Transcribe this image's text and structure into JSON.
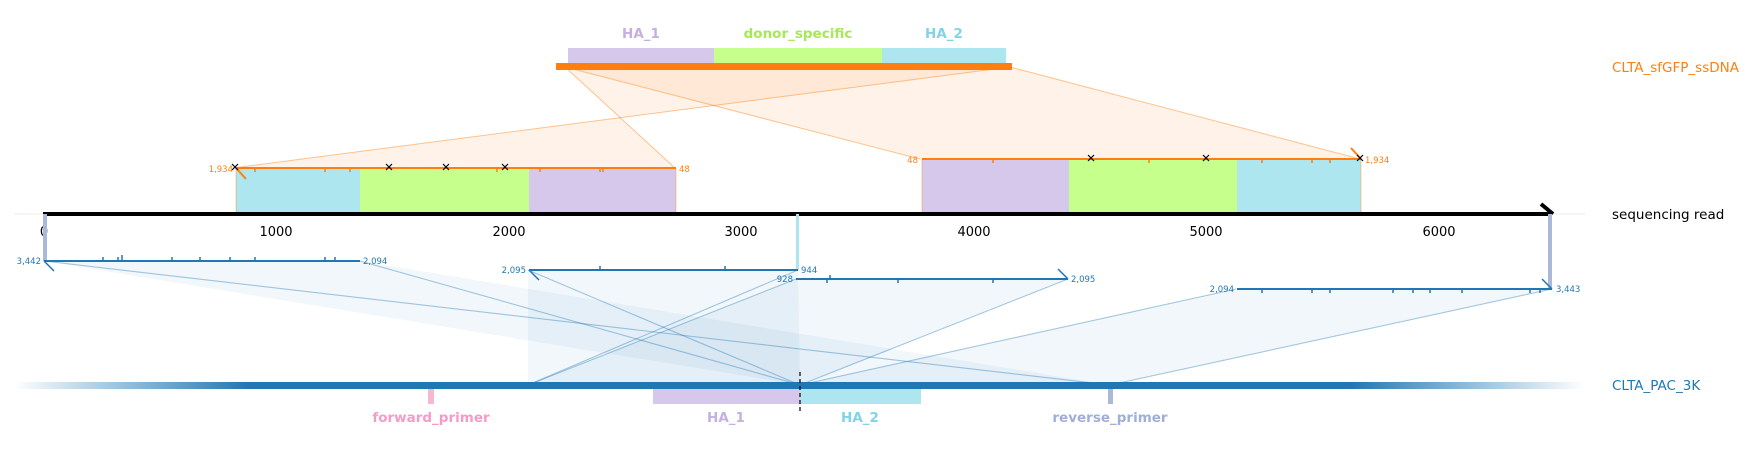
{
  "colors": {
    "donor": "#ff7f0e",
    "read": "#000000",
    "target": "#1f77b4",
    "ha1": "#d6c8ea",
    "donor_specific": "#c6ff8c",
    "ha2": "#aee6ef",
    "forward_primer": "#f7b6d2",
    "reverse_primer": "#aab8da"
  },
  "donor": {
    "label": "CLTA_sfGFP_ssDNA",
    "features": [
      {
        "name": "HA_1",
        "color": "#c5b0e0"
      },
      {
        "name": "donor_specific",
        "color": "#a6e85a"
      },
      {
        "name": "HA_2",
        "color": "#80d4e6"
      }
    ]
  },
  "read": {
    "label": "sequencing read",
    "ticks": [
      "0",
      "1000",
      "2000",
      "3000",
      "4000",
      "5000",
      "6000"
    ]
  },
  "target": {
    "label": "CLTA_PAC_3K",
    "features": [
      {
        "name": "forward_primer",
        "color": "#f59bc9"
      },
      {
        "name": "HA_1",
        "color": "#c5b0e0"
      },
      {
        "name": "HA_2",
        "color": "#80d4e6"
      },
      {
        "name": "reverse_primer",
        "color": "#9fafd8"
      }
    ]
  },
  "alignments": {
    "donor_1_start": "1,934",
    "donor_1_end": "48",
    "donor_2_start": "48",
    "donor_2_end": "1,934",
    "target_1_start": "3,442",
    "target_1_end": "2,094",
    "target_2_start": "2,095",
    "target_2_end": "944",
    "target_3_start": "928",
    "target_3_end": "2,095",
    "target_4_start": "2,094",
    "target_4_end": "3,443"
  }
}
